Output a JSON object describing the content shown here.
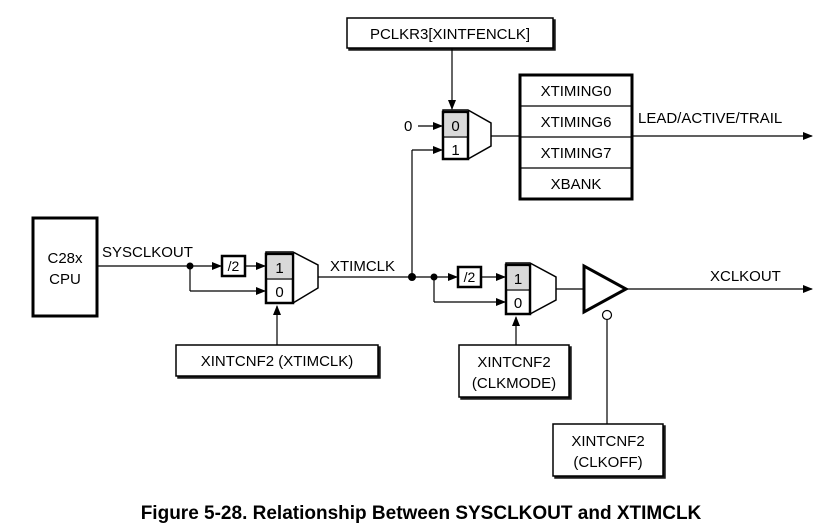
{
  "figure": {
    "caption": "Figure 5-28. Relationship Between SYSCLKOUT and XTIMCLK"
  },
  "blocks": {
    "cpu": {
      "line1": "C28x",
      "line2": "CPU"
    },
    "pclkr3": "PCLKR3[XINTFENCLK]",
    "xintcnf2_xtimclk": "XINTCNF2 (XTIMCLK)",
    "xintcnf2_clkmode": {
      "line1": "XINTCNF2",
      "line2": "(CLKMODE)"
    },
    "xintcnf2_clkoff": {
      "line1": "XINTCNF2",
      "line2": "(CLKOFF)"
    },
    "timing_table": [
      "XTIMING0",
      "XTIMING6",
      "XTIMING7",
      "XBANK"
    ]
  },
  "dividers": {
    "div1": "/2",
    "div2": "/2"
  },
  "muxes": {
    "mux_top": {
      "in_a": "0",
      "in_b": "1"
    },
    "mux_1": {
      "in_a": "1",
      "in_b": "0"
    },
    "mux_2": {
      "in_a": "1",
      "in_b": "0"
    }
  },
  "signals": {
    "zero_input": "0",
    "sysclkout": "SYSCLKOUT",
    "xtimclk": "XTIMCLK",
    "xclkout": "XCLKOUT",
    "lead_active_trail": "LEAD/ACTIVE/TRAIL"
  }
}
